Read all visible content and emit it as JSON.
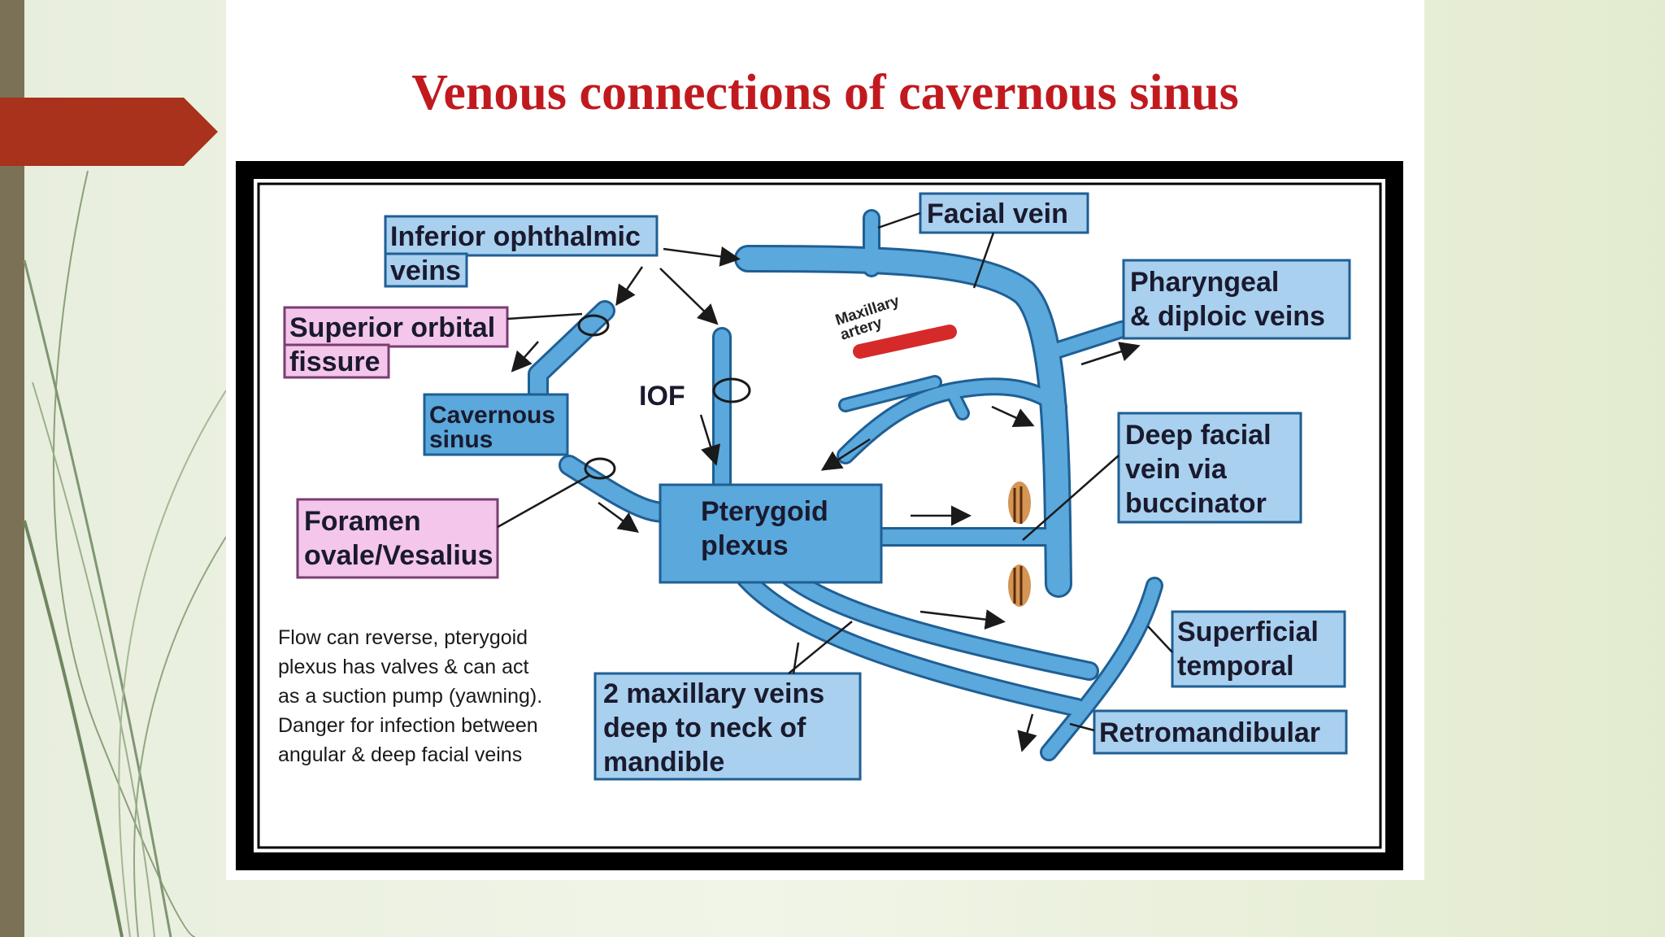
{
  "slide": {
    "title": "Venous connections of cavernous sinus",
    "accent_color": "#a8321b",
    "title_color": "#c01a1f"
  },
  "diagram": {
    "labels": {
      "inferior_ophthalmic_1": "Inferior ophthalmic",
      "inferior_ophthalmic_2": "veins",
      "superior_orbital_1": "Superior orbital",
      "superior_orbital_2": "fissure",
      "cavernous_1": "Cavernous",
      "cavernous_2": "sinus",
      "foramen_1": "Foramen",
      "foramen_2": "ovale/Vesalius",
      "iof": "IOF",
      "pterygoid_1": "Pterygoid",
      "pterygoid_2": "plexus",
      "facial_vein": "Facial vein",
      "pharyngeal_1": "Pharyngeal",
      "pharyngeal_2": "& diploic veins",
      "maxillary_artery_1": "Maxillary",
      "maxillary_artery_2": "artery",
      "deep_facial_1": "Deep facial",
      "deep_facial_2": "vein via",
      "deep_facial_3": "buccinator",
      "superficial_1": "Superficial",
      "superficial_2": "temporal",
      "retromandibular": "Retromandibular",
      "maxillary_veins_1": "2 maxillary veins",
      "maxillary_veins_2": "deep to neck of",
      "maxillary_veins_3": "mandible"
    },
    "note_lines": [
      "Flow can reverse, pterygoid",
      "plexus has valves & can act",
      "as a suction pump (yawning).",
      "Danger for infection between",
      "angular & deep facial veins"
    ],
    "colors": {
      "vein": "#5aa8dc",
      "vein_outline": "#1f5f94",
      "label_box_blue": "#a9d0ee",
      "label_box_pink": "#f5c6ec",
      "artery": "#d62a2a"
    }
  }
}
